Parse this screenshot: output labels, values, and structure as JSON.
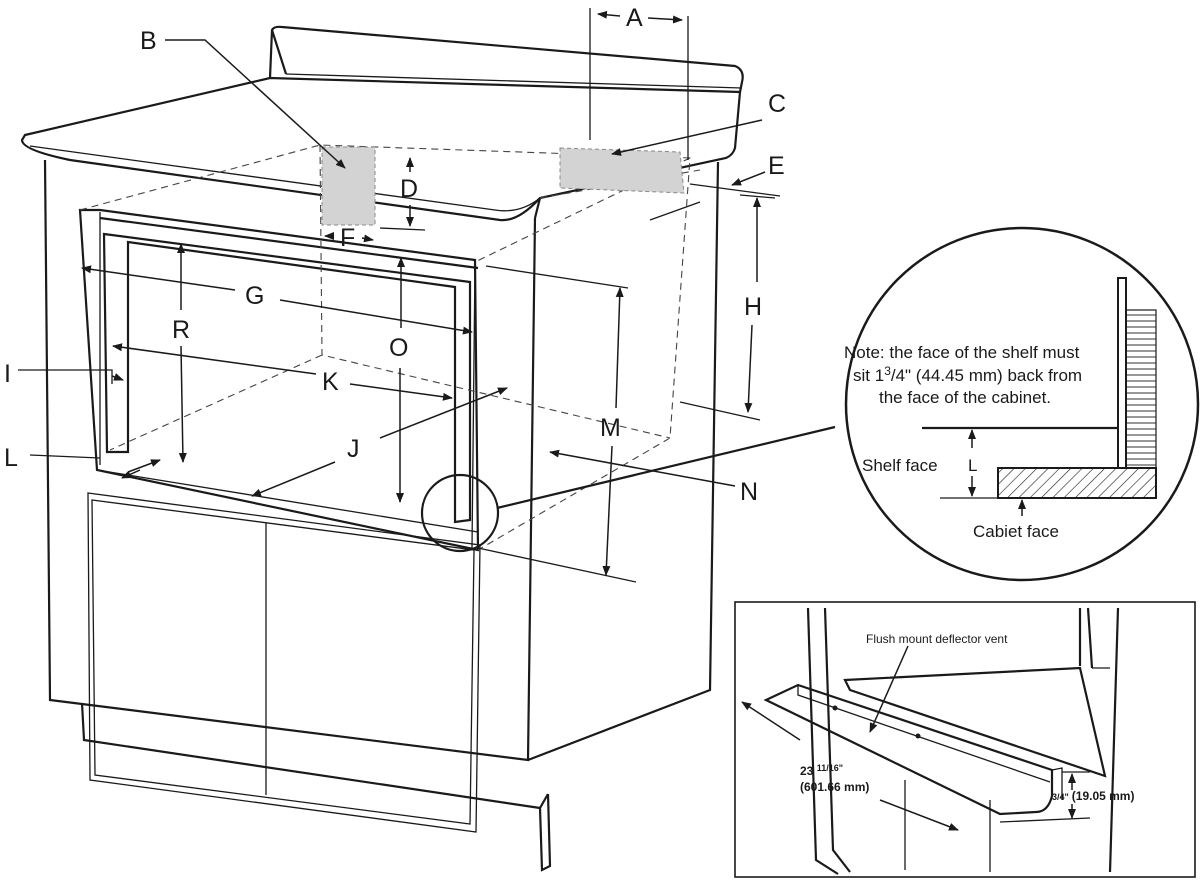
{
  "labels": {
    "A": "A",
    "B": "B",
    "C": "C",
    "D": "D",
    "E": "E",
    "F": "F",
    "G": "G",
    "H": "H",
    "I": "I",
    "J": "J",
    "K": "K",
    "L": "L",
    "M": "M",
    "N": "N",
    "O": "O",
    "R": "R"
  },
  "detail": {
    "note_line1": "Note: the face of the shelf must",
    "note_line2_prefix": "sit 1",
    "note_line2_sup": "3",
    "note_line2_suffix": "/4\" (44.45 mm) back from",
    "note_line3": "the face of the cabinet.",
    "shelf_face": "Shelf face",
    "l_label": "L",
    "cabinet_face": "Cabiet face"
  },
  "inset": {
    "vent_label": "Flush mount deflector vent",
    "width_whole": "23 ",
    "width_frac": "11/16\"",
    "width_mm": "(601.66 mm)",
    "height_frac": "3/4\"",
    "height_mm": "(19.05 mm)"
  }
}
